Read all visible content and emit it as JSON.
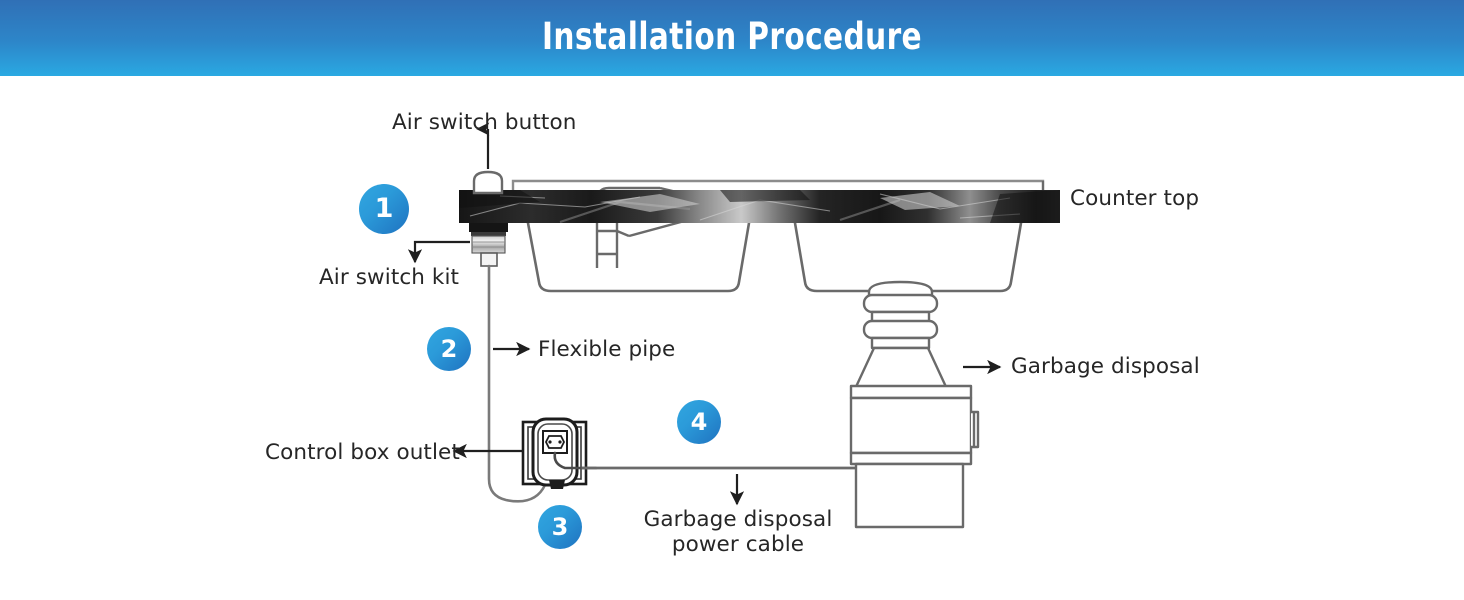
{
  "header": {
    "title": "Installation Procedure",
    "gradient_top": "#3070b6",
    "gradient_bottom": "#2aa9e2"
  },
  "diagram": {
    "type": "installation-schematic",
    "subject": "Sink air switch and garbage disposal installation",
    "line_color": "#5b5b5b",
    "text_color": "#262626",
    "badge_color": "#2b9ad9",
    "countertop_color": "#1b1b1b",
    "steps": [
      {
        "number": "1",
        "relates_to": "Air switch kit"
      },
      {
        "number": "2",
        "relates_to": "Flexible pipe"
      },
      {
        "number": "3",
        "relates_to": "Control box outlet"
      },
      {
        "number": "4",
        "relates_to": "Garbage disposal power cable"
      }
    ],
    "labels": {
      "air_switch_button": "Air switch button",
      "air_switch_kit": "Air switch kit",
      "counter_top": "Counter top",
      "flexible_pipe": "Flexible pipe",
      "garbage_disposal": "Garbage disposal",
      "control_box_outlet": "Control box outlet",
      "power_cable_line1": "Garbage disposal",
      "power_cable_line2": "power cable"
    },
    "parts": {
      "faucet": "faucet",
      "sink_left_bowl": "left sink bowl",
      "sink_right_bowl": "right sink bowl",
      "air_switch_button": "air switch button cap",
      "air_switch_kit": "air switch kit body",
      "control_box": "control box outlet unit",
      "garbage_disposal": "garbage disposal unit",
      "flexible_pipe": "flexible pipe",
      "power_cable": "garbage disposal power cable"
    }
  }
}
